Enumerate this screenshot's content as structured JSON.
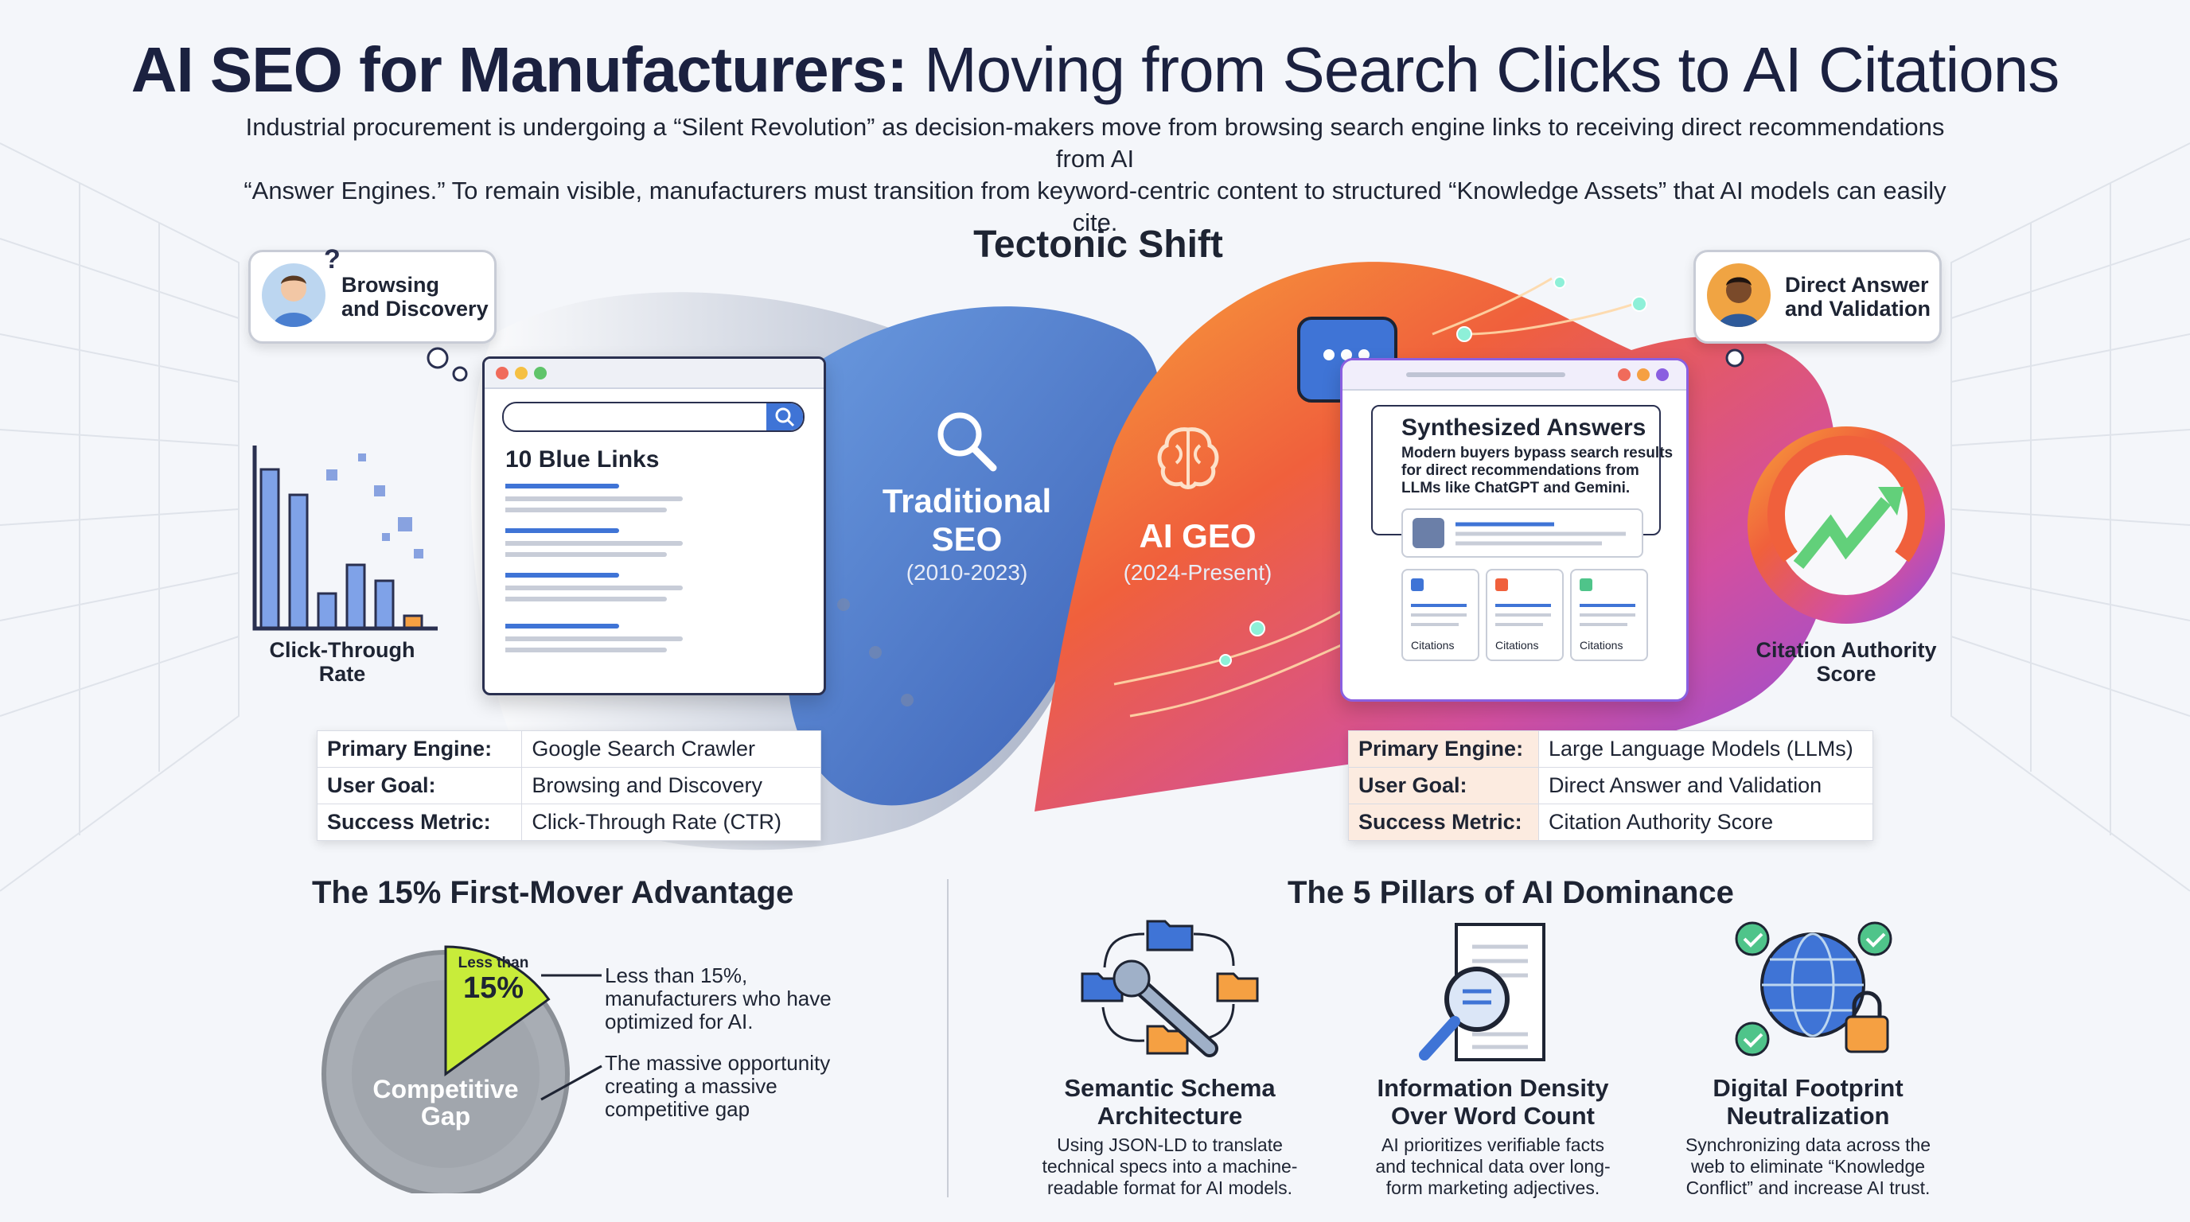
{
  "header": {
    "title_bold": "AI SEO for Manufacturers:",
    "title_rest": " Moving from Search Clicks to AI Citations",
    "subtitle_line1": "Industrial procurement is undergoing a “Silent Revolution” as decision-makers move from browsing search engine links to receiving direct recommendations from AI",
    "subtitle_line2": "“Answer Engines.” To remain visible, manufacturers must transition from keyword-centric content to structured “Knowledge Assets” that AI models can easily cite."
  },
  "shift": {
    "heading": "Tectonic Shift",
    "left": {
      "bubble_line1": "Browsing",
      "bubble_line2": "and Discovery",
      "browser_heading": "10 Blue Links",
      "chart_caption_line1": "Click-Through",
      "chart_caption_line2": "Rate",
      "chart_values": [
        100,
        84,
        22,
        40,
        30,
        8
      ],
      "panel_title_line1": "Traditional",
      "panel_title_line2": "SEO",
      "panel_years": "(2010-2023)",
      "table": [
        {
          "key": "Primary Engine:",
          "value": "Google Search Crawler"
        },
        {
          "key": "User Goal:",
          "value": "Browsing and Discovery"
        },
        {
          "key": "Success Metric:",
          "value": "Click-Through Rate (CTR)"
        }
      ]
    },
    "right": {
      "bubble_line1": "Direct Answer",
      "bubble_line2": "and Validation",
      "panel_title": "AI GEO",
      "panel_years": "(2024-Present)",
      "answers_heading": "Synthesized Answers",
      "answers_line1": "Modern buyers bypass search results",
      "answers_line2": "for direct recommendations from",
      "answers_line3": "LLMs like ChatGPT and Gemini.",
      "citation_label": "Citations",
      "gauge_caption_line1": "Citation Authority",
      "gauge_caption_line2": "Score",
      "table": [
        {
          "key": "Primary Engine:",
          "value": "Large Language Models (LLMs)"
        },
        {
          "key": "User Goal:",
          "value": "Direct Answer and Validation"
        },
        {
          "key": "Success Metric:",
          "value": "Citation Authority Score"
        }
      ]
    }
  },
  "first_mover": {
    "heading": "The 15% First-Mover Advantage",
    "slice_label_small": "Less than",
    "slice_label_big": "15%",
    "slice_fraction": 0.15,
    "gap_label_line1": "Competitive",
    "gap_label_line2": "Gap",
    "annotation1_line1": "Less than 15%,",
    "annotation1_line2": "manufacturers who have",
    "annotation1_line3": "optimized for AI.",
    "annotation2_line1": "The massive opportunity",
    "annotation2_line2": "creating a massive",
    "annotation2_line3": "competitive gap",
    "colors": {
      "slice": "#c8ec3a",
      "pie": "#a8adb4"
    }
  },
  "pillars": {
    "heading": "The 5 Pillars of AI Dominance",
    "items": [
      {
        "title_line1": "Semantic Schema",
        "title_line2": "Architecture",
        "desc_line1": "Using JSON-LD to translate",
        "desc_line2": "technical specs into a machine-",
        "desc_line3": "readable format for AI models.",
        "icon": "schema-wrench-icon"
      },
      {
        "title_line1": "Information Density",
        "title_line2": "Over Word Count",
        "desc_line1": "AI prioritizes verifiable facts",
        "desc_line2": "and technical data over long-",
        "desc_line3": "form marketing adjectives.",
        "icon": "document-magnifier-icon"
      },
      {
        "title_line1": "Digital Footprint",
        "title_line2": "Neutralization",
        "desc_line1": "Synchronizing data across the",
        "desc_line2": "web to eliminate “Knowledge",
        "desc_line3": "Conflict” and increase AI trust.",
        "icon": "globe-lock-icon"
      }
    ]
  }
}
